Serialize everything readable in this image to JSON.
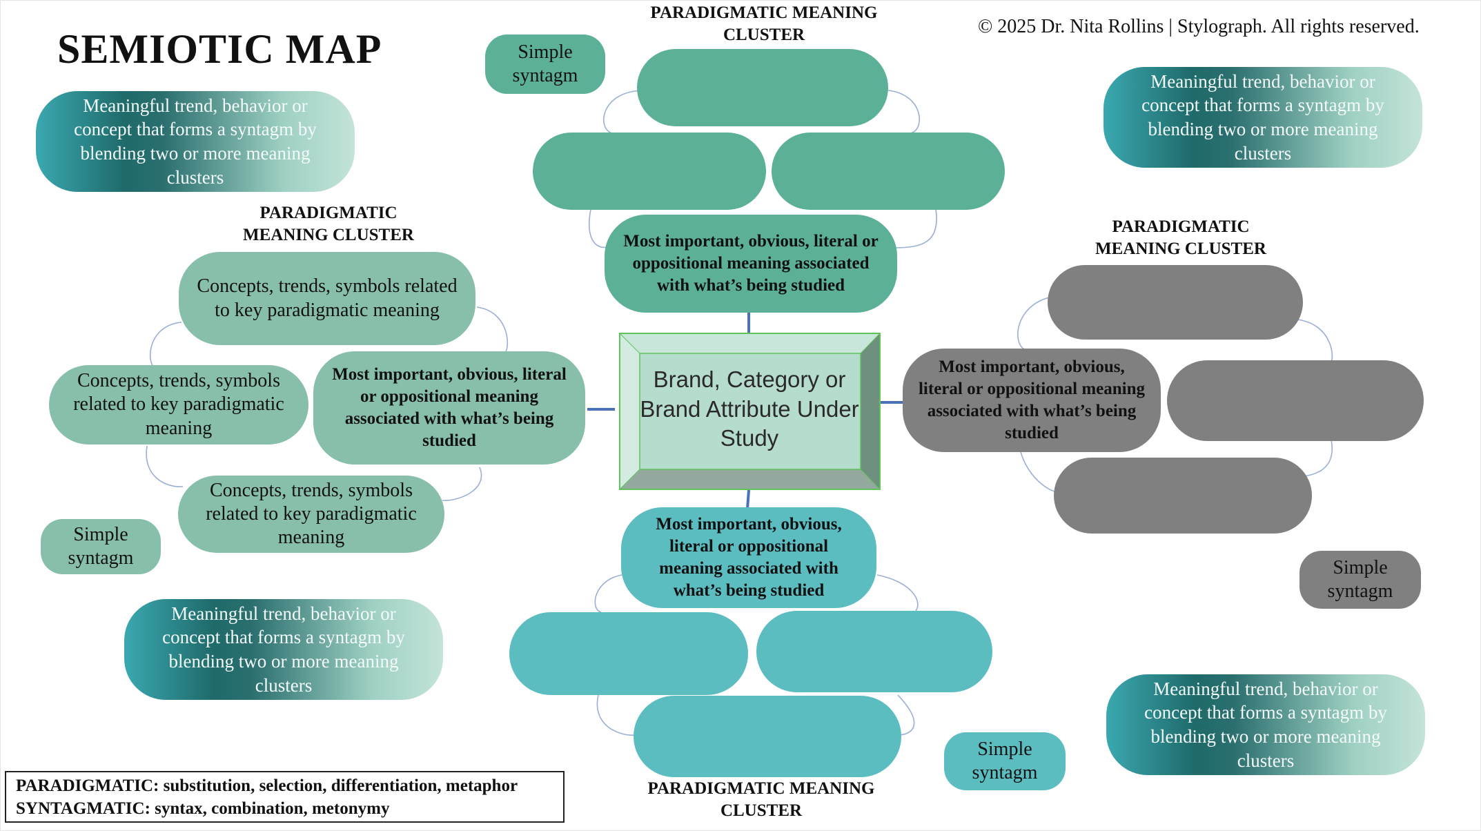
{
  "title": "SEMIOTIC MAP",
  "copyright": "© 2025 Dr. Nita Rollins | Stylograph. All rights reserved.",
  "center": {
    "text": "Brand, Category or Brand Attribute Under Study"
  },
  "cluster_label": "PARADIGMATIC MEANING CLUSTER",
  "core_text": "Most important, obvious, literal or oppositional meaning associated with what’s being studied",
  "concept_text": "Concepts, trends, symbols related to key paradigmatic meaning",
  "syntagm_text": "Meaningful trend, behavior or concept that forms a syntagm by blending two or more meaning clusters",
  "simple_syntagm": "Simple syntagm",
  "legend": {
    "paradigmatic": "PARADIGMATIC: substitution, selection, differentiation, metaphor",
    "syntagmatic": "SYNTAGMATIC: syntax, combination, metonymy"
  },
  "colors": {
    "top_cluster": "#5bb097",
    "left_cluster": "#88bfaa",
    "right_cluster": "#808080",
    "bottom_cluster": "#5bbdc0",
    "center_fill": "#b6dccd",
    "center_border": "#5fc35a",
    "connector": "#4a72b8"
  }
}
